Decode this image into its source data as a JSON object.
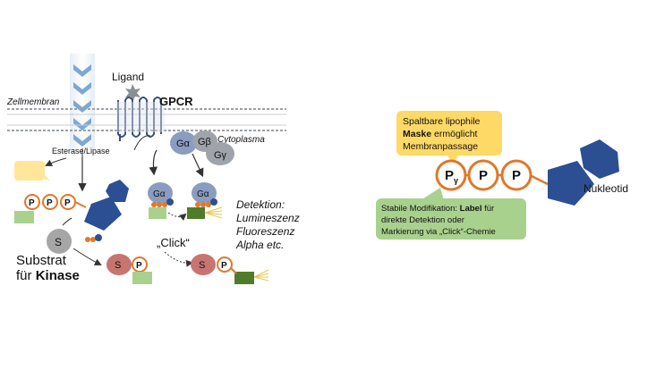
{
  "left": {
    "membrane": {
      "left_label": "Zellmembran",
      "right_label": "Cytoplasma"
    },
    "ligand": "Ligand",
    "receptor": "GPCR",
    "esterase": "Esterase/Lipase",
    "g_alpha": "Gα",
    "g_beta": "Gβ",
    "g_gamma": "Gγ",
    "phosphate": "P",
    "substrate": "S",
    "substrate_label": {
      "line1": "Substrat",
      "line2_prefix": "für ",
      "line2_bold": "Kinase"
    },
    "click": "„Click“",
    "detection": {
      "line1": "Detektion:",
      "line2": "Lumineszenz",
      "line3": "Fluoreszenz",
      "line4": "Alpha etc."
    }
  },
  "right": {
    "mask_box": {
      "line1": "Spaltbare lipophile",
      "line2_bold": "Maske",
      "line2_rest": " ermöglicht",
      "line3": "Membranpassage"
    },
    "phosphates": [
      "P",
      "P",
      "P"
    ],
    "gamma_sub": "γ",
    "nucleotide": "Nukleotid",
    "label_box": {
      "line1_prefix": "Stabile Modifikation: ",
      "line1_bold": "Label",
      "line1_rest": " für",
      "line2": "direkte Detektion oder",
      "line3": "Markierung via „Click“-Chemie"
    }
  },
  "colors": {
    "membrane": "#9aa0a8",
    "receptor": "#3d4f7a",
    "phosphate_ring": "#e0782a",
    "nucleotide_blue": "#2c4f94",
    "g_alpha": "#8a9cc0",
    "g_beta": "#9fa4aa",
    "substrate_gray": "#a6a6a6",
    "substrate_red": "#c77570",
    "label_green_light": "#a9d18e",
    "label_green_dark": "#4f7c2a",
    "mask_yellow": "#ffd966",
    "mask_yellow_light": "#ffe699",
    "label_box_green": "#a9d18e"
  }
}
